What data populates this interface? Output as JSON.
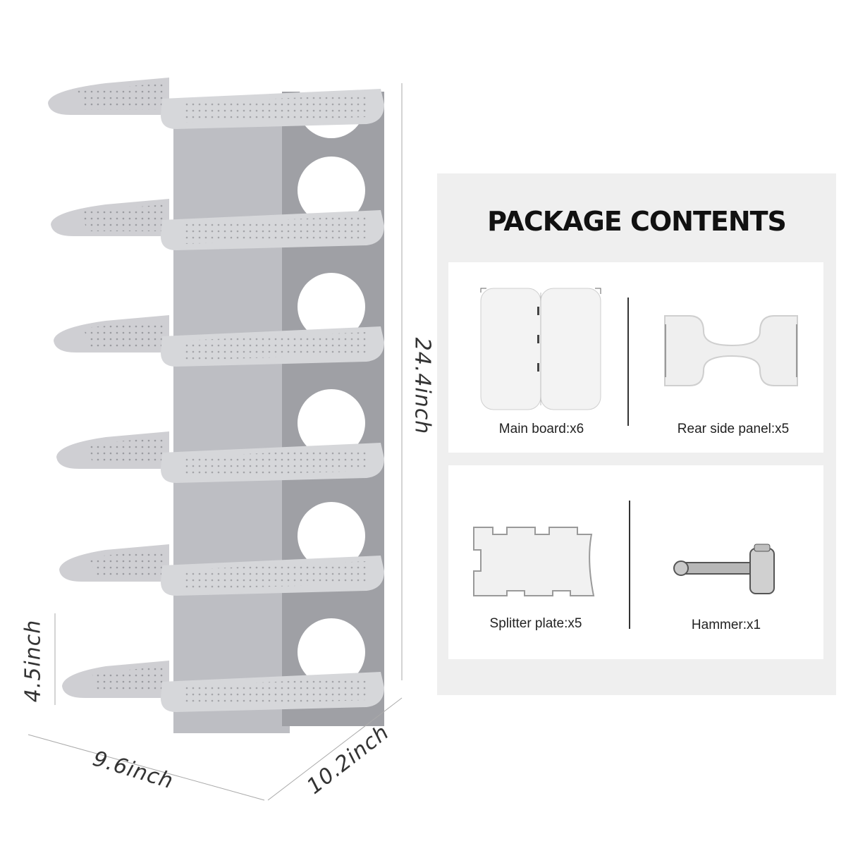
{
  "dimensions": {
    "height": "24.4inch",
    "depth": "10.2inch",
    "width": "9.6inch",
    "shelf_gap": "4.5inch"
  },
  "package": {
    "title": "PACKAGE CONTENTS",
    "items": [
      {
        "label": "Main board:x6"
      },
      {
        "label": "Rear side panel:x5"
      },
      {
        "label": "Splitter plate:x5"
      },
      {
        "label": "Hammer:x1"
      }
    ]
  },
  "colors": {
    "shelf": "#cfcfd3",
    "shelf_dark": "#9fa0a5",
    "panel_bg": "#efefef",
    "text": "#222222"
  }
}
